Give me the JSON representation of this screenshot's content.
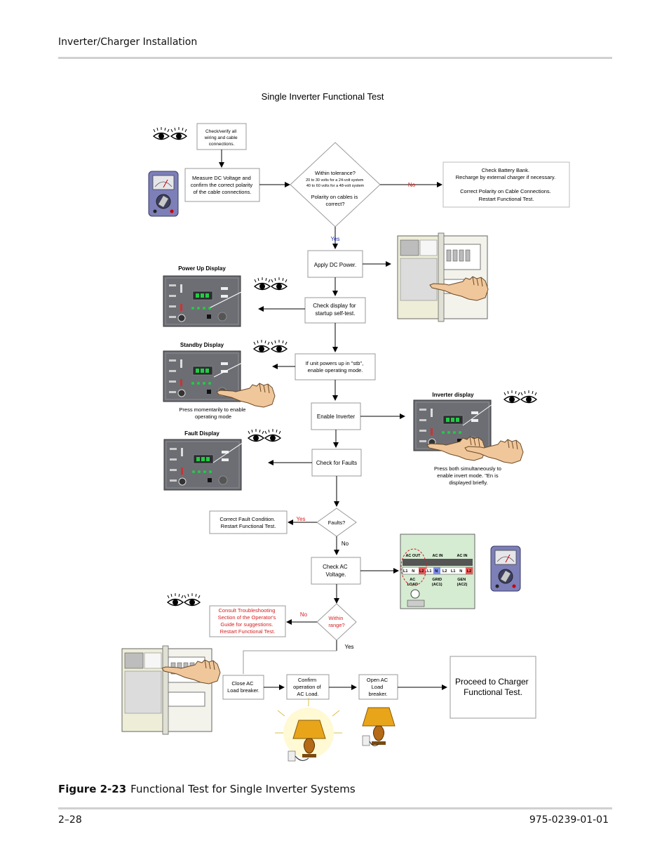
{
  "header": {
    "title": "Inverter/Charger Installation"
  },
  "footer": {
    "page": "2–28",
    "doc_number": "975-0239-01-01"
  },
  "caption": {
    "label": "Figure 2-23",
    "text": "Functional Test for Single Inverter Systems"
  },
  "diagram": {
    "title": "Single Inverter Functional Test",
    "check_wiring": [
      "Check/verify all",
      "wiring and cable",
      "connections."
    ],
    "measure_dc": [
      "Measure DC Voltage and",
      "confirm the correct polarity",
      "of the cable connections."
    ],
    "tolerance": [
      "Within tolerance?",
      "20 to 30 volts for a 24-volt system",
      "40 to 60 volts for a 48-volt system",
      "Polarity on cables is",
      "correct?"
    ],
    "no_label": "No",
    "yes_label": "Yes",
    "check_battery": [
      "Check Battery Bank.",
      "Recharge by external charger if necessary.",
      "Correct Polarity on Cable Connections.",
      "Restart Functional Test."
    ],
    "apply_dc": "Apply DC Power.",
    "power_up_display": "Power Up Display",
    "check_display": [
      "Check display for",
      "startup self-test."
    ],
    "standby_display": "Standby Display",
    "if_unit": [
      "If unit powers up in \"stb\",",
      "enable operating mode."
    ],
    "press_momentarily": [
      "Press momentarily to enable",
      "operating mode"
    ],
    "enable_inverter": "Enable Inverter",
    "inverter_display": "Inverter display",
    "press_both": [
      "Press both simultaneously to",
      "enable invert mode.  \"En is",
      "displayed briefly."
    ],
    "fault_display": "Fault Display",
    "check_faults": "Check for Faults",
    "correct_fault": [
      "Correct Fault Condition.",
      "Restart Functional Test."
    ],
    "faults_q": "Faults?",
    "check_ac": [
      "Check AC",
      "Voltage."
    ],
    "panel_labels": [
      "AC OUT",
      "AC IN",
      "AC IN"
    ],
    "terminal_labels": [
      "L1",
      "N",
      "L2",
      "L1",
      "N",
      "L2",
      "L1",
      "N",
      "L2"
    ],
    "panel_sub": [
      [
        "AC",
        "LOAD"
      ],
      [
        "GRID",
        "(AC1)"
      ],
      [
        "GEN",
        "(AC2)"
      ]
    ],
    "consult": [
      "Consult Troubleshooting",
      "Section of the Operator's",
      "Guide for suggestions.",
      "Restart Functional Test."
    ],
    "within_range": [
      "Within",
      "range?"
    ],
    "close_ac": [
      "Close AC",
      "Load breaker."
    ],
    "confirm_op": [
      "Confirm",
      "operation of",
      "AC Load."
    ],
    "open_ac": [
      "Open AC",
      "Load",
      "breaker."
    ],
    "proceed": [
      "Proceed to Charger",
      "Functional Test."
    ],
    "colors": {
      "red": "#d42020",
      "blue": "#2233bb",
      "green_panel": "#d6ecd2",
      "display_gray": "#6c6e74"
    }
  }
}
